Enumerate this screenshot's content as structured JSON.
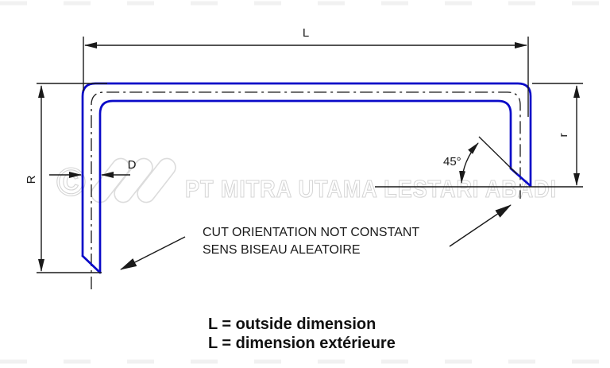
{
  "drawing": {
    "title": "U-bend tube technical drawing",
    "dimensions": {
      "length_label": "L",
      "left_leg_label": "R",
      "tube_diameter_label": "D",
      "right_leg_label": "r",
      "cut_angle_label": "45°"
    },
    "annotations": {
      "cut_note_line1": "CUT ORIENTATION NOT CONSTANT",
      "cut_note_line2": "SENS BISEAU ALEATOIRE"
    },
    "legend": {
      "line1": "L = outside dimension",
      "line2": "L = dimension extérieure"
    },
    "watermark": {
      "copyright": "©",
      "company": "PT MITRA UTAMA LESTARI ABADI"
    },
    "colors": {
      "tube": "#0a0ac8",
      "line": "#1a1a1a",
      "watermark": "#d4d4d4"
    }
  }
}
